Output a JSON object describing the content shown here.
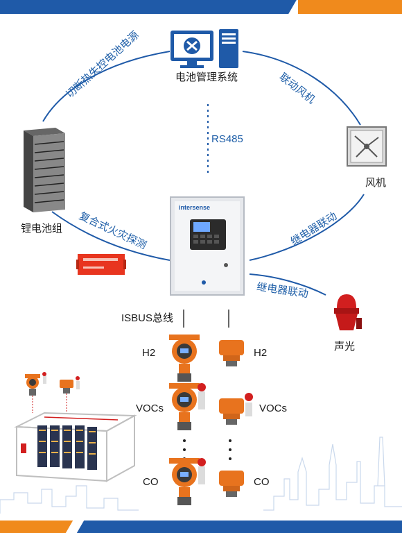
{
  "labels": {
    "bms": "电池管理系统",
    "cut_power": "切断热失控电池电源",
    "fan_link": "联动风机",
    "rs485": "RS485",
    "battery_pack": "锂电池组",
    "fan": "风机",
    "fire_detect": "复合式火灾探测",
    "relay_link_1": "继电器联动",
    "relay_link_2": "继电器联动",
    "sound_light": "声光",
    "isbus": "ISBUS总线",
    "h2_left": "H2",
    "h2_right": "H2",
    "vocs_left": "VOCs",
    "vocs_right": "VOCs",
    "co_left": "CO",
    "co_right": "CO",
    "brand": "intersense"
  },
  "colors": {
    "primary_blue": "#1f5aa8",
    "accent_orange": "#f08a1c",
    "label_blue": "#1f5fa8",
    "detector_orange": "#e8731e",
    "alarm_red": "#d21f1f"
  },
  "icons": {
    "computer": "computer-icon",
    "server_rack": "server-rack-icon",
    "fan": "fan-icon",
    "controller": "controller-panel-icon",
    "fire_detector": "fire-detector-icon",
    "alarm": "alarm-light-icon",
    "gas_detector": "gas-detector-icon",
    "container": "battery-container-icon"
  }
}
